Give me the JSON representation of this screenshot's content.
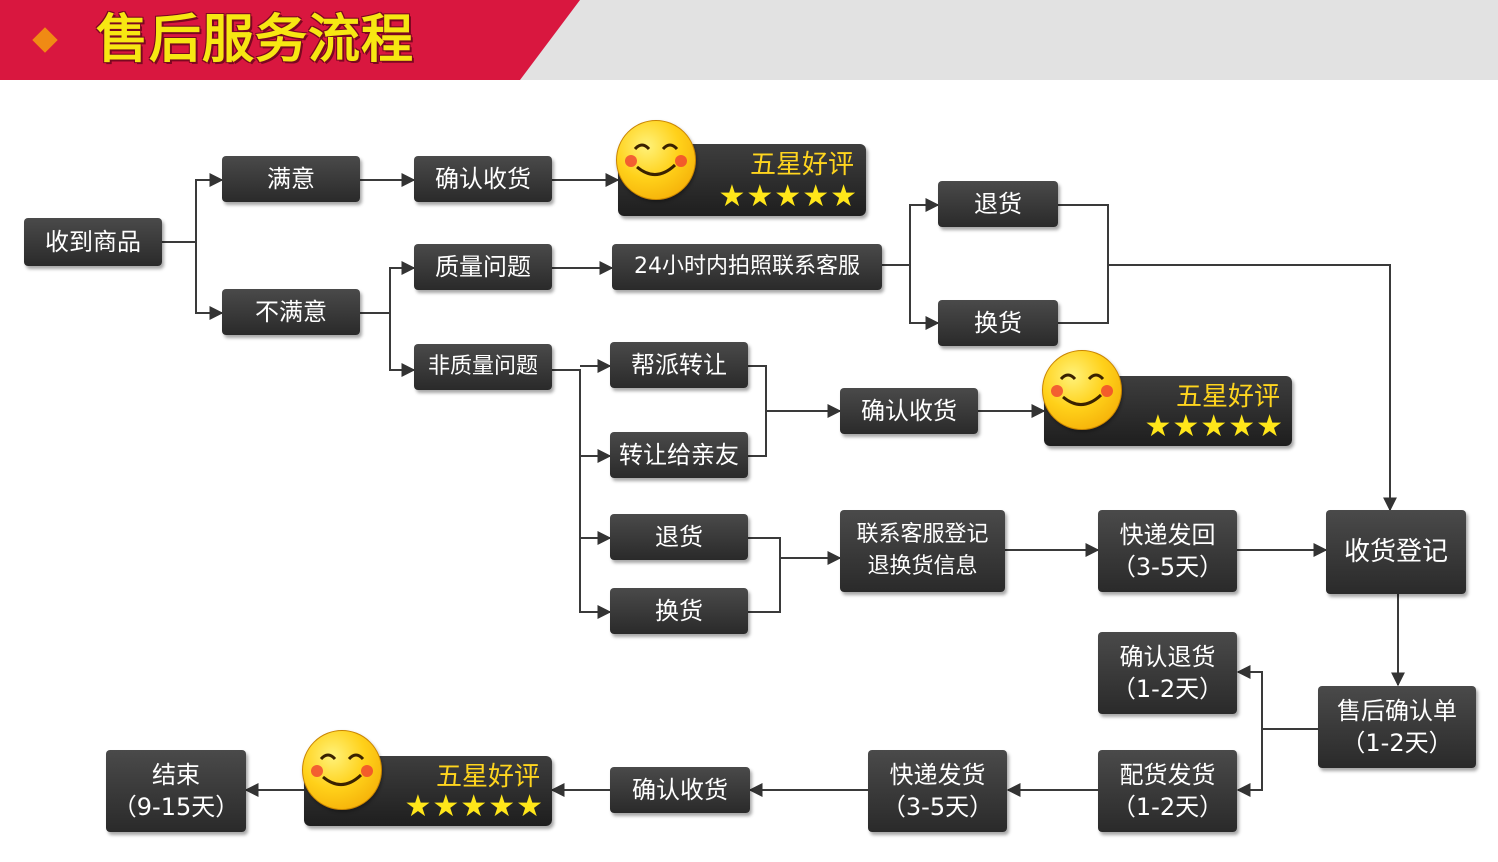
{
  "header": {
    "title": "售后服务流程",
    "accent_color": "#d9173f",
    "title_color": "#f7e712"
  },
  "nodes": {
    "received": "收到商品",
    "satisfied": "满意",
    "unsatisfied": "不满意",
    "confirm_receipt_1": "确认收货",
    "quality_issue": "质量问题",
    "non_quality_issue": "非质量问题",
    "contact_24h": "24小时内拍照联系客服",
    "return_1": "退货",
    "exchange_1": "换货",
    "help_transfer": "帮派转让",
    "transfer_friends": "转让给亲友",
    "confirm_receipt_2": "确认收货",
    "return_2": "退货",
    "exchange_2": "换货",
    "register_info": {
      "line1": "联系客服登记",
      "line2": "退换货信息"
    },
    "express_back": {
      "line1": "快递发回",
      "line2": "（3-5天）"
    },
    "receipt_register": "收货登记",
    "confirm_return": {
      "line1": "确认退货",
      "line2": "（1-2天）"
    },
    "aftersale_confirm": {
      "line1": "售后确认单",
      "line2": "（1-2天）"
    },
    "stock_ship": {
      "line1": "配货发货",
      "line2": "（1-2天）"
    },
    "express_ship": {
      "line1": "快递发货",
      "line2": "（3-5天）"
    },
    "confirm_receipt_3": "确认收货",
    "end": {
      "line1": "结束",
      "line2": "（9-15天）"
    }
  },
  "badges": {
    "five_star_1": {
      "text": "五星好评",
      "stars": "★★★★★",
      "icon": "smiley-face-icon"
    },
    "five_star_2": {
      "text": "五星好评",
      "stars": "★★★★★",
      "icon": "smiley-face-icon"
    },
    "five_star_3": {
      "text": "五星好评",
      "stars": "★★★★★",
      "icon": "smiley-face-icon"
    }
  }
}
